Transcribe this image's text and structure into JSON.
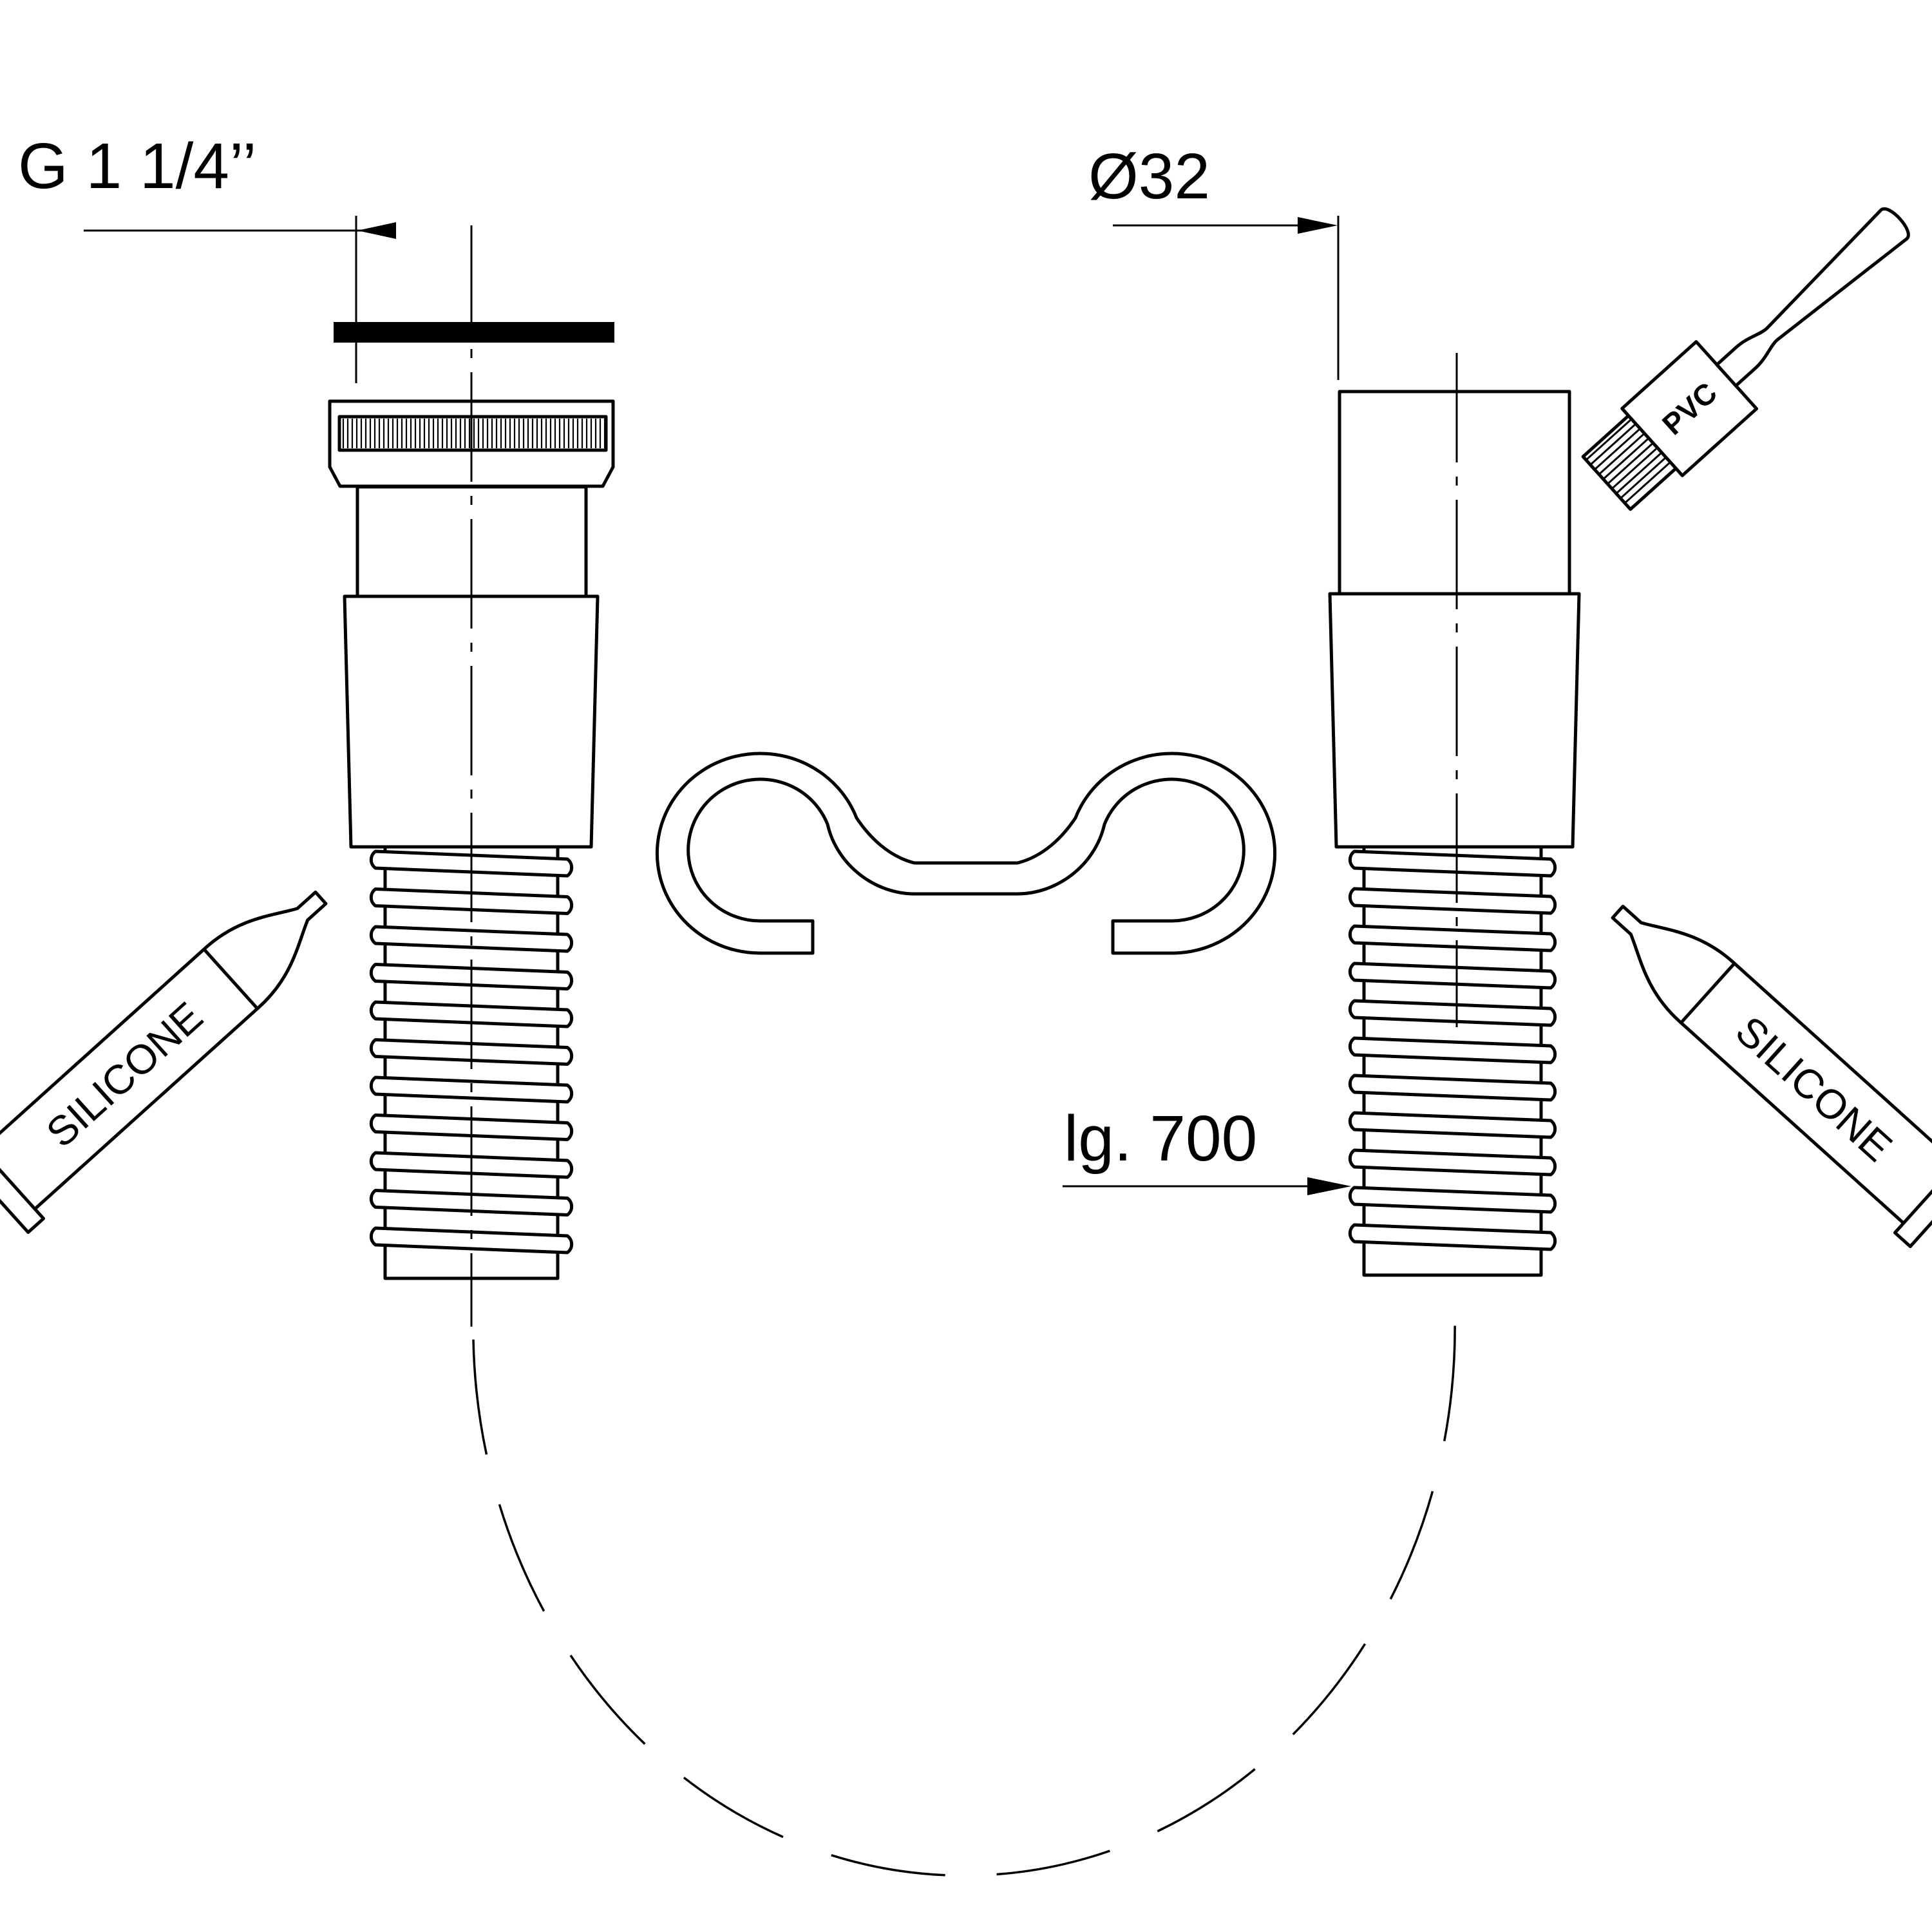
{
  "labels": {
    "thread_size": "G 1 1/4’’",
    "pipe_diameter": "Ø32",
    "hose_length": "lg. 700",
    "left_tube": "SILICONE",
    "right_tube": "SILICONE",
    "brush": "PVC"
  }
}
